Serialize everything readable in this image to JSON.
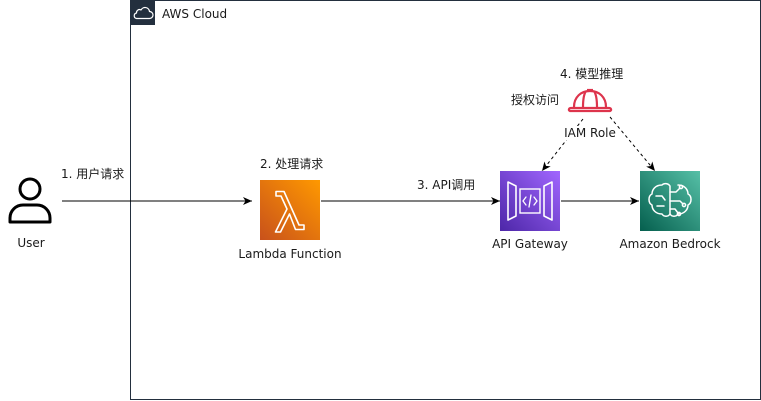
{
  "cloud": {
    "title": "AWS Cloud"
  },
  "nodes": {
    "user": {
      "label": "User"
    },
    "lambda": {
      "label": "Lambda Function",
      "color": "#ED7100"
    },
    "api_gateway": {
      "label": "API Gateway",
      "color": "#8C4FFF"
    },
    "bedrock": {
      "label": "Amazon Bedrock",
      "color": "#01A88D"
    },
    "iam_role": {
      "label": "IAM Role",
      "color": "#DD344C"
    }
  },
  "edges": {
    "user_request": "1. 用户请求",
    "process_request": "2. 处理请求",
    "api_call": "3. API调用",
    "model_inference": "4. 模型推理",
    "authorized_access": "授权访问"
  },
  "colors": {
    "cloud_border": "#232F3E",
    "edge": "#000000"
  }
}
